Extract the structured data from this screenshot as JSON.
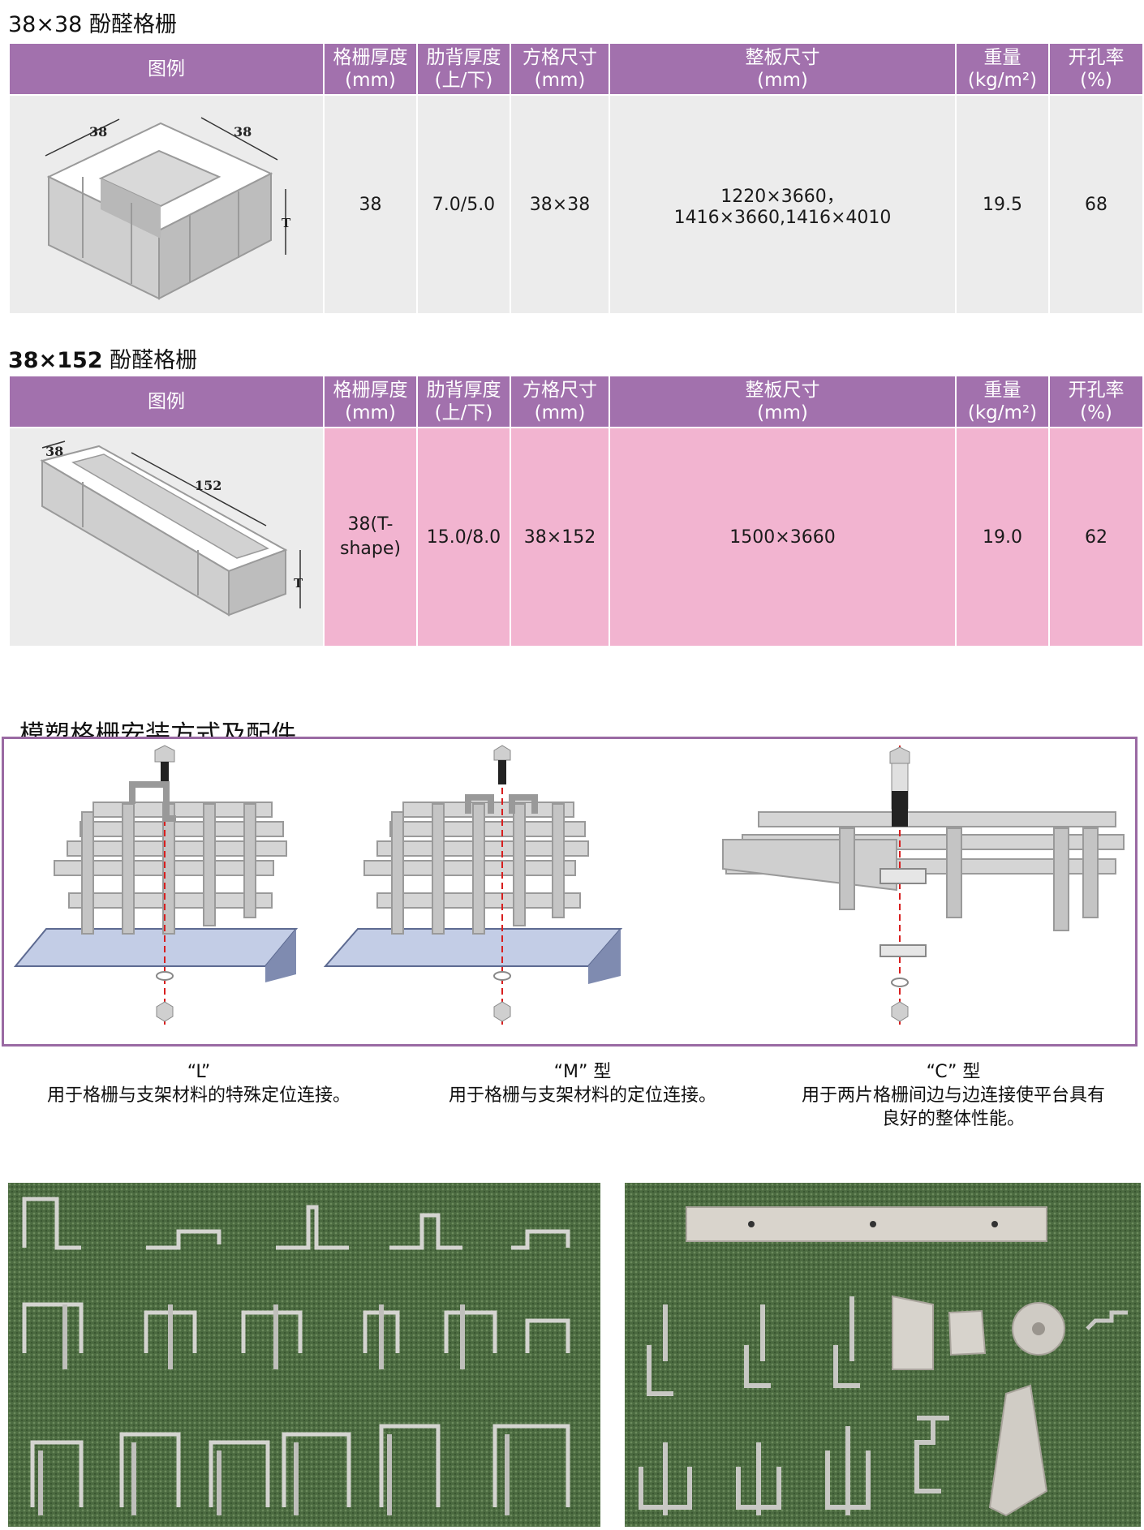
{
  "section1": {
    "title_size": "38×38",
    "title_name": "酚醛格栅",
    "headers": [
      {
        "l1": "图例",
        "l2": ""
      },
      {
        "l1": "格栅厚度",
        "l2": "(mm)"
      },
      {
        "l1": "肋背厚度",
        "l2": "(上/下)"
      },
      {
        "l1": "方格尺寸",
        "l2": "(mm)"
      },
      {
        "l1": "整板尺寸",
        "l2": "(mm)"
      },
      {
        "l1": "重量",
        "l2": "(kg/m²)"
      },
      {
        "l1": "开孔率",
        "l2": "(%)"
      }
    ],
    "row": {
      "dim_a": "38",
      "dim_b": "38",
      "dim_t": "T",
      "thickness": "38",
      "rib": "7.0/5.0",
      "mesh": "38×38",
      "panel": "1220×3660，1416×3660,1416×4010",
      "weight": "19.5",
      "open": "68"
    }
  },
  "section2": {
    "title_size": "38×152",
    "title_name": "酚醛格栅",
    "headers": [
      {
        "l1": "图例",
        "l2": ""
      },
      {
        "l1": "格栅厚度",
        "l2": "(mm)"
      },
      {
        "l1": "肋背厚度",
        "l2": "(上/下)"
      },
      {
        "l1": "方格尺寸",
        "l2": "(mm)"
      },
      {
        "l1": "整板尺寸",
        "l2": "(mm)"
      },
      {
        "l1": "重量",
        "l2": "(kg/m²)"
      },
      {
        "l1": "开孔率",
        "l2": "(%)"
      }
    ],
    "row": {
      "dim_a": "38",
      "dim_b": "152",
      "dim_t": "T",
      "thickness": "38(T-shape)",
      "rib": "15.0/8.0",
      "mesh": "38×152",
      "panel": "1500×3660",
      "weight": "19.0",
      "open": "62"
    }
  },
  "install": {
    "title": "模塑格栅安装方式及配件",
    "captions": [
      {
        "type": "“L”",
        "desc": "用于格栅与支架材料的特殊定位连接。"
      },
      {
        "type": "“M”  型",
        "desc": "用于格栅与支架材料的定位连接。"
      },
      {
        "type": "“C”  型",
        "desc": "用于两片格栅间边与边连接使平台具有良好的整体性能。"
      }
    ]
  },
  "colors": {
    "header": "#a271ad",
    "pink": "#f2b4d0",
    "gray": "#ececec",
    "border": "#9a6aa3",
    "grass": "#47643c"
  },
  "photos": [
    "clips-photo",
    "accessories-photo"
  ]
}
